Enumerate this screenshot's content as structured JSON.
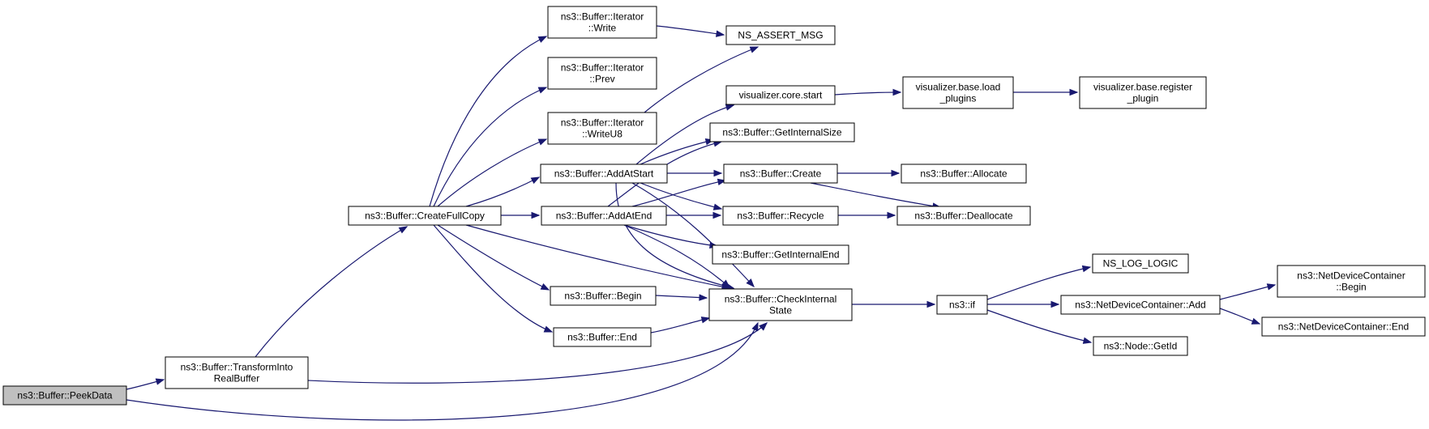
{
  "graph": {
    "edge_color": "#191970",
    "root_fill": "#bfbfbf",
    "nodes": {
      "peekdata": [
        "ns3::Buffer::PeekData"
      ],
      "transform": [
        "ns3::Buffer::TransformInto",
        "RealBuffer"
      ],
      "createfullcopy": [
        "ns3::Buffer::CreateFullCopy"
      ],
      "iter_write": [
        "ns3::Buffer::Iterator",
        "::Write"
      ],
      "iter_prev": [
        "ns3::Buffer::Iterator",
        "::Prev"
      ],
      "iter_writeu8": [
        "ns3::Buffer::Iterator",
        "::WriteU8"
      ],
      "addatstart": [
        "ns3::Buffer::AddAtStart"
      ],
      "addatend": [
        "ns3::Buffer::AddAtEnd"
      ],
      "begin": [
        "ns3::Buffer::Begin"
      ],
      "end": [
        "ns3::Buffer::End"
      ],
      "ns_assert": [
        "NS_ASSERT_MSG"
      ],
      "vis_core_start": [
        "visualizer.core.start"
      ],
      "getinternalsize": [
        "ns3::Buffer::GetInternalSize"
      ],
      "create": [
        "ns3::Buffer::Create"
      ],
      "recycle": [
        "ns3::Buffer::Recycle"
      ],
      "getinternalend": [
        "ns3::Buffer::GetInternalEnd"
      ],
      "checkinternal": [
        "ns3::Buffer::CheckInternal",
        "State"
      ],
      "vis_load": [
        "visualizer.base.load",
        "_plugins"
      ],
      "vis_register": [
        "visualizer.base.register",
        "_plugin"
      ],
      "allocate": [
        "ns3::Buffer::Allocate"
      ],
      "deallocate": [
        "ns3::Buffer::Deallocate"
      ],
      "ns3_if": [
        "ns3::if"
      ],
      "ns_log_logic": [
        "NS_LOG_LOGIC"
      ],
      "ndc_add": [
        "ns3::NetDeviceContainer::Add"
      ],
      "node_getid": [
        "ns3::Node::GetId"
      ],
      "ndc_begin": [
        "ns3::NetDeviceContainer",
        "::Begin"
      ],
      "ndc_end": [
        "ns3::NetDeviceContainer::End"
      ]
    }
  }
}
